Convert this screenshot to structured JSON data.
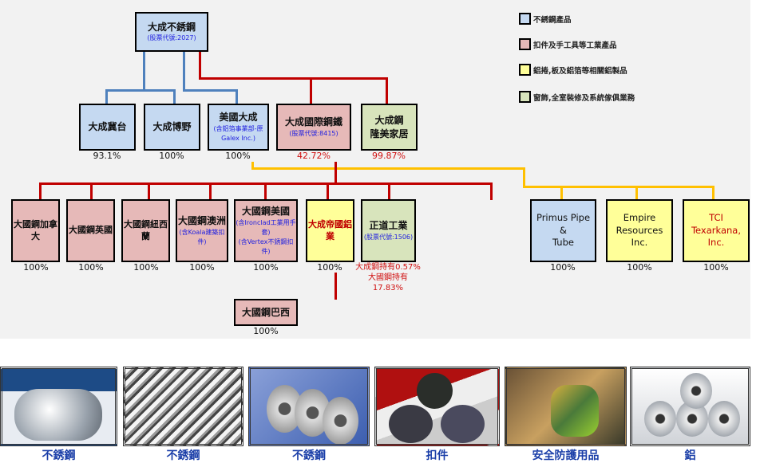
{
  "colors": {
    "stainless": "#c5d9f1",
    "fastener": "#e6b9b8",
    "aluminum": "#ffff99",
    "home": "#d8e4bc"
  },
  "legend": [
    "不銹鋼產品",
    "扣件及手工具等工業產品",
    "鋁捲,板及鋁箔等相關鋁製品",
    "窗飾,全室裝修及系統傢俱業務"
  ],
  "root": {
    "name": "大成不銹鋼",
    "sub": "(股票代號:2027)"
  },
  "level2": [
    {
      "name": "大成冀台",
      "pct": "93.1%"
    },
    {
      "name": "大成博野",
      "pct": "100%"
    },
    {
      "name": "美國大成",
      "sub": "(含鋁箔事業部-原",
      "sub2": "Galex Inc.)",
      "pct": "100%"
    },
    {
      "name": "大成國際鋼鐵",
      "sub": "(股票代號:8415)",
      "pct": "42.72%"
    },
    {
      "name": "大成鋼",
      "name2": "隆美家居",
      "pct": "99.87%"
    }
  ],
  "level3": [
    {
      "name": "大國鋼加拿大",
      "pct": "100%"
    },
    {
      "name": "大國鋼英國",
      "pct": "100%"
    },
    {
      "name": "大國鋼紐西蘭",
      "pct": "100%"
    },
    {
      "name": "大國鋼澳洲",
      "sub": "(含Koala建築扣件)",
      "pct": "100%"
    },
    {
      "name": "大國鋼美國",
      "sub": "(含Ironclad工業用手套)",
      "sub2": "(含Vertex不銹鋼扣件)",
      "pct": "100%"
    },
    {
      "name": "大成帝國鋁業",
      "pct": "100%"
    },
    {
      "name": "正道工業",
      "sub": "(股票代號:1506)",
      "pct": "大成鋼持有0.57%",
      "pct2": "大國鋼持有",
      "pct3": "17.83%"
    },
    {
      "name": "Primus Pipe &",
      "name2": "Tube",
      "pct": "100%"
    },
    {
      "name": "Empire",
      "name2": "Resources Inc.",
      "pct": "100%"
    },
    {
      "name": "TCI",
      "name2": "Texarkana, Inc.",
      "pct": "100%"
    }
  ],
  "level4": {
    "name": "大國鋼巴西",
    "pct": "100%"
  },
  "products": [
    "不銹鋼",
    "不銹鋼",
    "不銹鋼",
    "扣件",
    "安全防護用品",
    "鋁"
  ]
}
